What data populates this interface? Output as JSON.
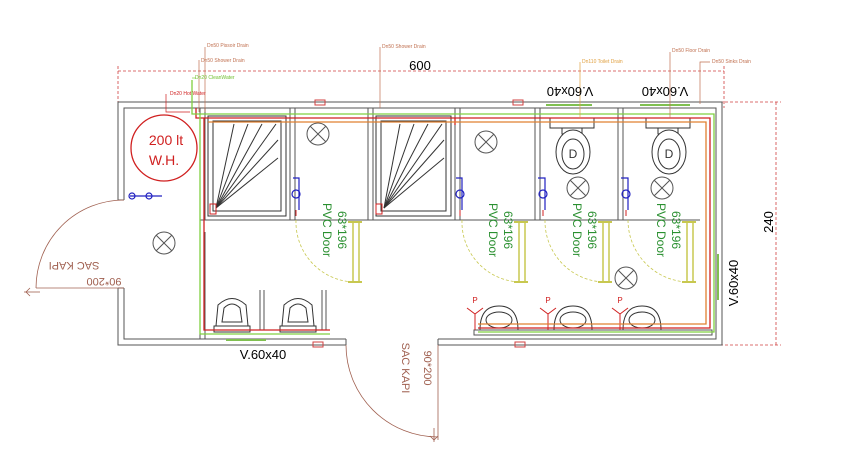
{
  "dimensions": {
    "overall_width": "600",
    "overall_height": "240"
  },
  "pipes": {
    "pissoir_drain": "Dn50 Pissoir Drain",
    "shower_drain_1": "Dn50 Shower Drain",
    "shower_drain_2": "Dn50 Shower Drain",
    "clean_water": "Dn20 CleanWater",
    "hot_water": "Dn20 Hot Water",
    "toilet_drain": "Dn110 Toilet Drain",
    "floor_drain": "Dn50 Floor Drain",
    "sinks_drain": "Dn50 Sinks Drain"
  },
  "heater": {
    "line1": "200 lt",
    "line2": "W.H."
  },
  "windows": {
    "top_left": "V.60x40",
    "top_right": "V.60x40",
    "bottom": "V.60x40",
    "right": "V.60x40"
  },
  "doors": {
    "pvc": [
      {
        "size": "63*196",
        "type": "PVC Door"
      },
      {
        "size": "63*196",
        "type": "PVC Door"
      },
      {
        "size": "63*196",
        "type": "PVC Door"
      },
      {
        "size": "63*196",
        "type": "PVC Door"
      }
    ],
    "steel_left": {
      "size": "90*200",
      "type": "SAC KAPI"
    },
    "steel_bottom": {
      "size": "90*200",
      "type": "SAC KAPI"
    }
  },
  "sink_mark": "P",
  "colors": {
    "wall": "#555555",
    "dimension": "#d04040",
    "hot_water": "#d02020",
    "clean_water": "#80d040",
    "pipe_orange": "#e08030",
    "door": "#2a9030",
    "door_frame": "#c8c850",
    "valve": "#2020c0",
    "steel_door": "#a06050"
  }
}
